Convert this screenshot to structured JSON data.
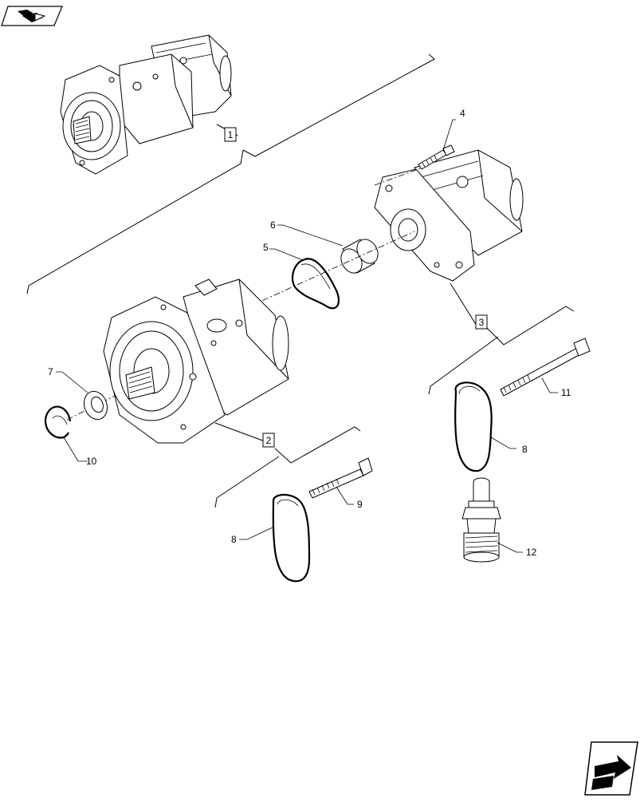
{
  "callouts": {
    "c1": "1",
    "c2": "2",
    "c3": "3",
    "c4": "4",
    "c5": "5",
    "c6": "6",
    "c7": "7",
    "c8a": "8",
    "c8b": "8",
    "c9": "9",
    "c10": "10",
    "c11": "11",
    "c12": "12"
  },
  "icons": {
    "top_left": "book-arrow-icon",
    "bottom_right": "next-page-arrow-icon"
  }
}
